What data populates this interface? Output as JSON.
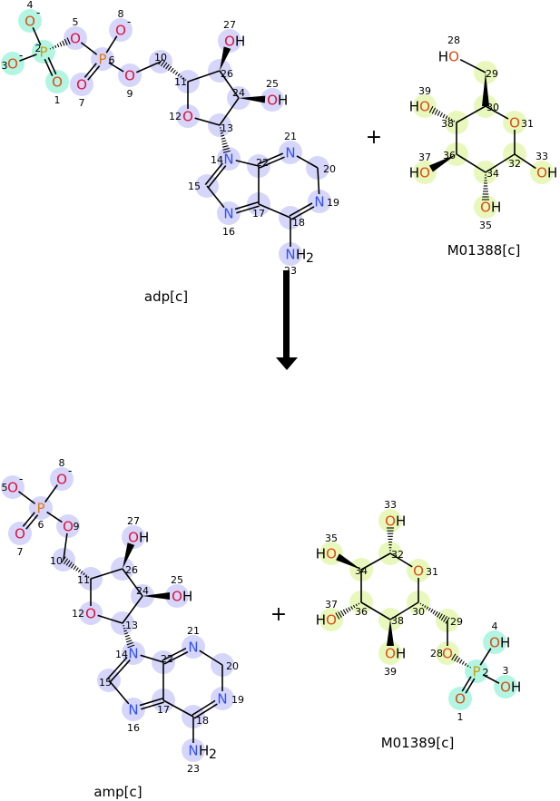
{
  "palette": {
    "lav": "#d6d6fa",
    "cyan": "#b2f5e2",
    "lime": "#e8f8bc",
    "O": "#e0103a",
    "Os": "#e04a10",
    "P": "#e07818",
    "Pc": "#c8a010",
    "N": "#3050f8",
    "C": "#000000",
    "bond": "#000000"
  },
  "reaction": {
    "plus1": "+",
    "plus2": "+"
  },
  "molecules": [
    {
      "name": "adp[c]",
      "atoms": [
        {
          "id": "4",
          "el": "O",
          "charge": "-",
          "hl": "cyan",
          "col": "Os"
        },
        {
          "id": "2",
          "el": "P",
          "hl": "cyan",
          "col": "Pc"
        },
        {
          "id": "3",
          "el": "O",
          "charge": "-",
          "hl": "cyan",
          "col": "Os"
        },
        {
          "id": "1",
          "el": "O",
          "hl": "cyan",
          "col": "Os"
        },
        {
          "id": "5",
          "el": "O",
          "hl": "lav",
          "col": "O"
        },
        {
          "id": "6",
          "el": "P",
          "hl": "lav",
          "col": "P"
        },
        {
          "id": "8",
          "el": "O",
          "charge": "-",
          "hl": "lav",
          "col": "O"
        },
        {
          "id": "7",
          "el": "O",
          "hl": "lav",
          "col": "O"
        },
        {
          "id": "9",
          "el": "O",
          "hl": "lav",
          "col": "O"
        },
        {
          "id": "10",
          "el": "",
          "hl": "lav"
        },
        {
          "id": "11",
          "el": "",
          "hl": "lav"
        },
        {
          "id": "12",
          "el": "O",
          "hl": "lav",
          "col": "O"
        },
        {
          "id": "13",
          "el": "",
          "hl": "lav"
        },
        {
          "id": "24",
          "el": "",
          "hl": "lav"
        },
        {
          "id": "26",
          "el": "",
          "hl": "lav"
        },
        {
          "id": "27",
          "el": "O",
          "h": "H",
          "hl": "lav",
          "col": "O"
        },
        {
          "id": "25",
          "el": "O",
          "h": "H",
          "hl": "lav",
          "col": "O"
        },
        {
          "id": "14",
          "el": "N",
          "hl": "lav",
          "col": "N"
        },
        {
          "id": "15",
          "el": "",
          "hl": "lav"
        },
        {
          "id": "16",
          "el": "N",
          "hl": "lav",
          "col": "N"
        },
        {
          "id": "17",
          "el": "",
          "hl": "lav"
        },
        {
          "id": "22",
          "el": "",
          "hl": "lav"
        },
        {
          "id": "21",
          "el": "N",
          "hl": "lav",
          "col": "N"
        },
        {
          "id": "20",
          "el": "",
          "hl": "lav"
        },
        {
          "id": "19",
          "el": "N",
          "hl": "lav",
          "col": "N"
        },
        {
          "id": "18",
          "el": "",
          "hl": "lav"
        },
        {
          "id": "23",
          "el": "N",
          "h": "H",
          "sub": "2",
          "hl": "lav",
          "col": "N"
        }
      ]
    },
    {
      "name": "M01388[c]",
      "atoms": [
        {
          "id": "28",
          "el": "O",
          "hpre": "H",
          "hl": "none",
          "col": "Os"
        },
        {
          "id": "29",
          "el": "",
          "hl": "lime"
        },
        {
          "id": "30",
          "el": "",
          "hl": "lime"
        },
        {
          "id": "31",
          "el": "O",
          "hl": "lime",
          "col": "Os"
        },
        {
          "id": "32",
          "el": "",
          "hl": "lime"
        },
        {
          "id": "34",
          "el": "",
          "hl": "lime"
        },
        {
          "id": "36",
          "el": "",
          "hl": "lime"
        },
        {
          "id": "38",
          "el": "",
          "hl": "lime"
        },
        {
          "id": "39",
          "el": "O",
          "hpre": "H",
          "hl": "lime",
          "col": "Os"
        },
        {
          "id": "37",
          "el": "O",
          "hpre": "H",
          "hl": "lime",
          "col": "Os"
        },
        {
          "id": "33",
          "el": "O",
          "h": "H",
          "hl": "lime",
          "col": "Os"
        },
        {
          "id": "35",
          "el": "O",
          "h": "H",
          "hl": "lime",
          "col": "Os"
        }
      ]
    },
    {
      "name": "amp[c]",
      "atoms": [
        {
          "id": "5",
          "el": "O",
          "charge": "-",
          "hl": "lav",
          "col": "O"
        },
        {
          "id": "8",
          "el": "O",
          "charge": "-",
          "hl": "lav",
          "col": "O"
        },
        {
          "id": "6",
          "el": "P",
          "hl": "lav",
          "col": "P"
        },
        {
          "id": "7",
          "el": "O",
          "hl": "lav",
          "col": "O"
        },
        {
          "id": "9",
          "el": "O",
          "hl": "lav",
          "col": "O"
        },
        {
          "id": "10",
          "el": "",
          "hl": "lav"
        },
        {
          "id": "11",
          "el": "",
          "hl": "lav"
        },
        {
          "id": "12",
          "el": "O",
          "hl": "lav",
          "col": "O"
        },
        {
          "id": "13",
          "el": "",
          "hl": "lav"
        },
        {
          "id": "24",
          "el": "",
          "hl": "lav"
        },
        {
          "id": "26",
          "el": "",
          "hl": "lav"
        },
        {
          "id": "27",
          "el": "O",
          "h": "H",
          "hl": "lav",
          "col": "O"
        },
        {
          "id": "25",
          "el": "O",
          "h": "H",
          "hl": "lav",
          "col": "O"
        },
        {
          "id": "14",
          "el": "N",
          "hl": "lav",
          "col": "N"
        },
        {
          "id": "15",
          "el": "",
          "hl": "lav"
        },
        {
          "id": "16",
          "el": "N",
          "hl": "lav",
          "col": "N"
        },
        {
          "id": "17",
          "el": "",
          "hl": "lav"
        },
        {
          "id": "22",
          "el": "",
          "hl": "lav"
        },
        {
          "id": "21",
          "el": "N",
          "hl": "lav",
          "col": "N"
        },
        {
          "id": "20",
          "el": "",
          "hl": "lav"
        },
        {
          "id": "19",
          "el": "N",
          "hl": "lav",
          "col": "N"
        },
        {
          "id": "18",
          "el": "",
          "hl": "lav"
        },
        {
          "id": "23",
          "el": "N",
          "h": "H",
          "sub": "2",
          "hl": "lav",
          "col": "N"
        }
      ]
    },
    {
      "name": "M01389[c]",
      "atoms": [
        {
          "id": "33",
          "el": "O",
          "h": "H",
          "hl": "lime",
          "col": "Os"
        },
        {
          "id": "32",
          "el": "",
          "hl": "lime"
        },
        {
          "id": "31",
          "el": "O",
          "hl": "lime",
          "col": "Os"
        },
        {
          "id": "30",
          "el": "",
          "hl": "lime"
        },
        {
          "id": "38",
          "el": "",
          "hl": "lime"
        },
        {
          "id": "36",
          "el": "",
          "hl": "lime"
        },
        {
          "id": "34",
          "el": "",
          "hl": "lime"
        },
        {
          "id": "35",
          "el": "O",
          "hpre": "H",
          "hl": "lime",
          "col": "Os"
        },
        {
          "id": "37",
          "el": "O",
          "hpre": "H",
          "hl": "lime",
          "col": "Os"
        },
        {
          "id": "39",
          "el": "O",
          "h": "H",
          "hl": "lime",
          "col": "Os"
        },
        {
          "id": "29",
          "el": "",
          "hl": "lime"
        },
        {
          "id": "28",
          "el": "O",
          "hl": "lime",
          "col": "Os"
        },
        {
          "id": "2",
          "el": "P",
          "hl": "cyan",
          "col": "Pc"
        },
        {
          "id": "4",
          "el": "O",
          "h": "H",
          "hl": "cyan",
          "col": "Os"
        },
        {
          "id": "3",
          "el": "O",
          "h": "H",
          "hl": "cyan",
          "col": "Os"
        },
        {
          "id": "1",
          "el": "O",
          "hl": "cyan",
          "col": "Os"
        }
      ]
    }
  ]
}
